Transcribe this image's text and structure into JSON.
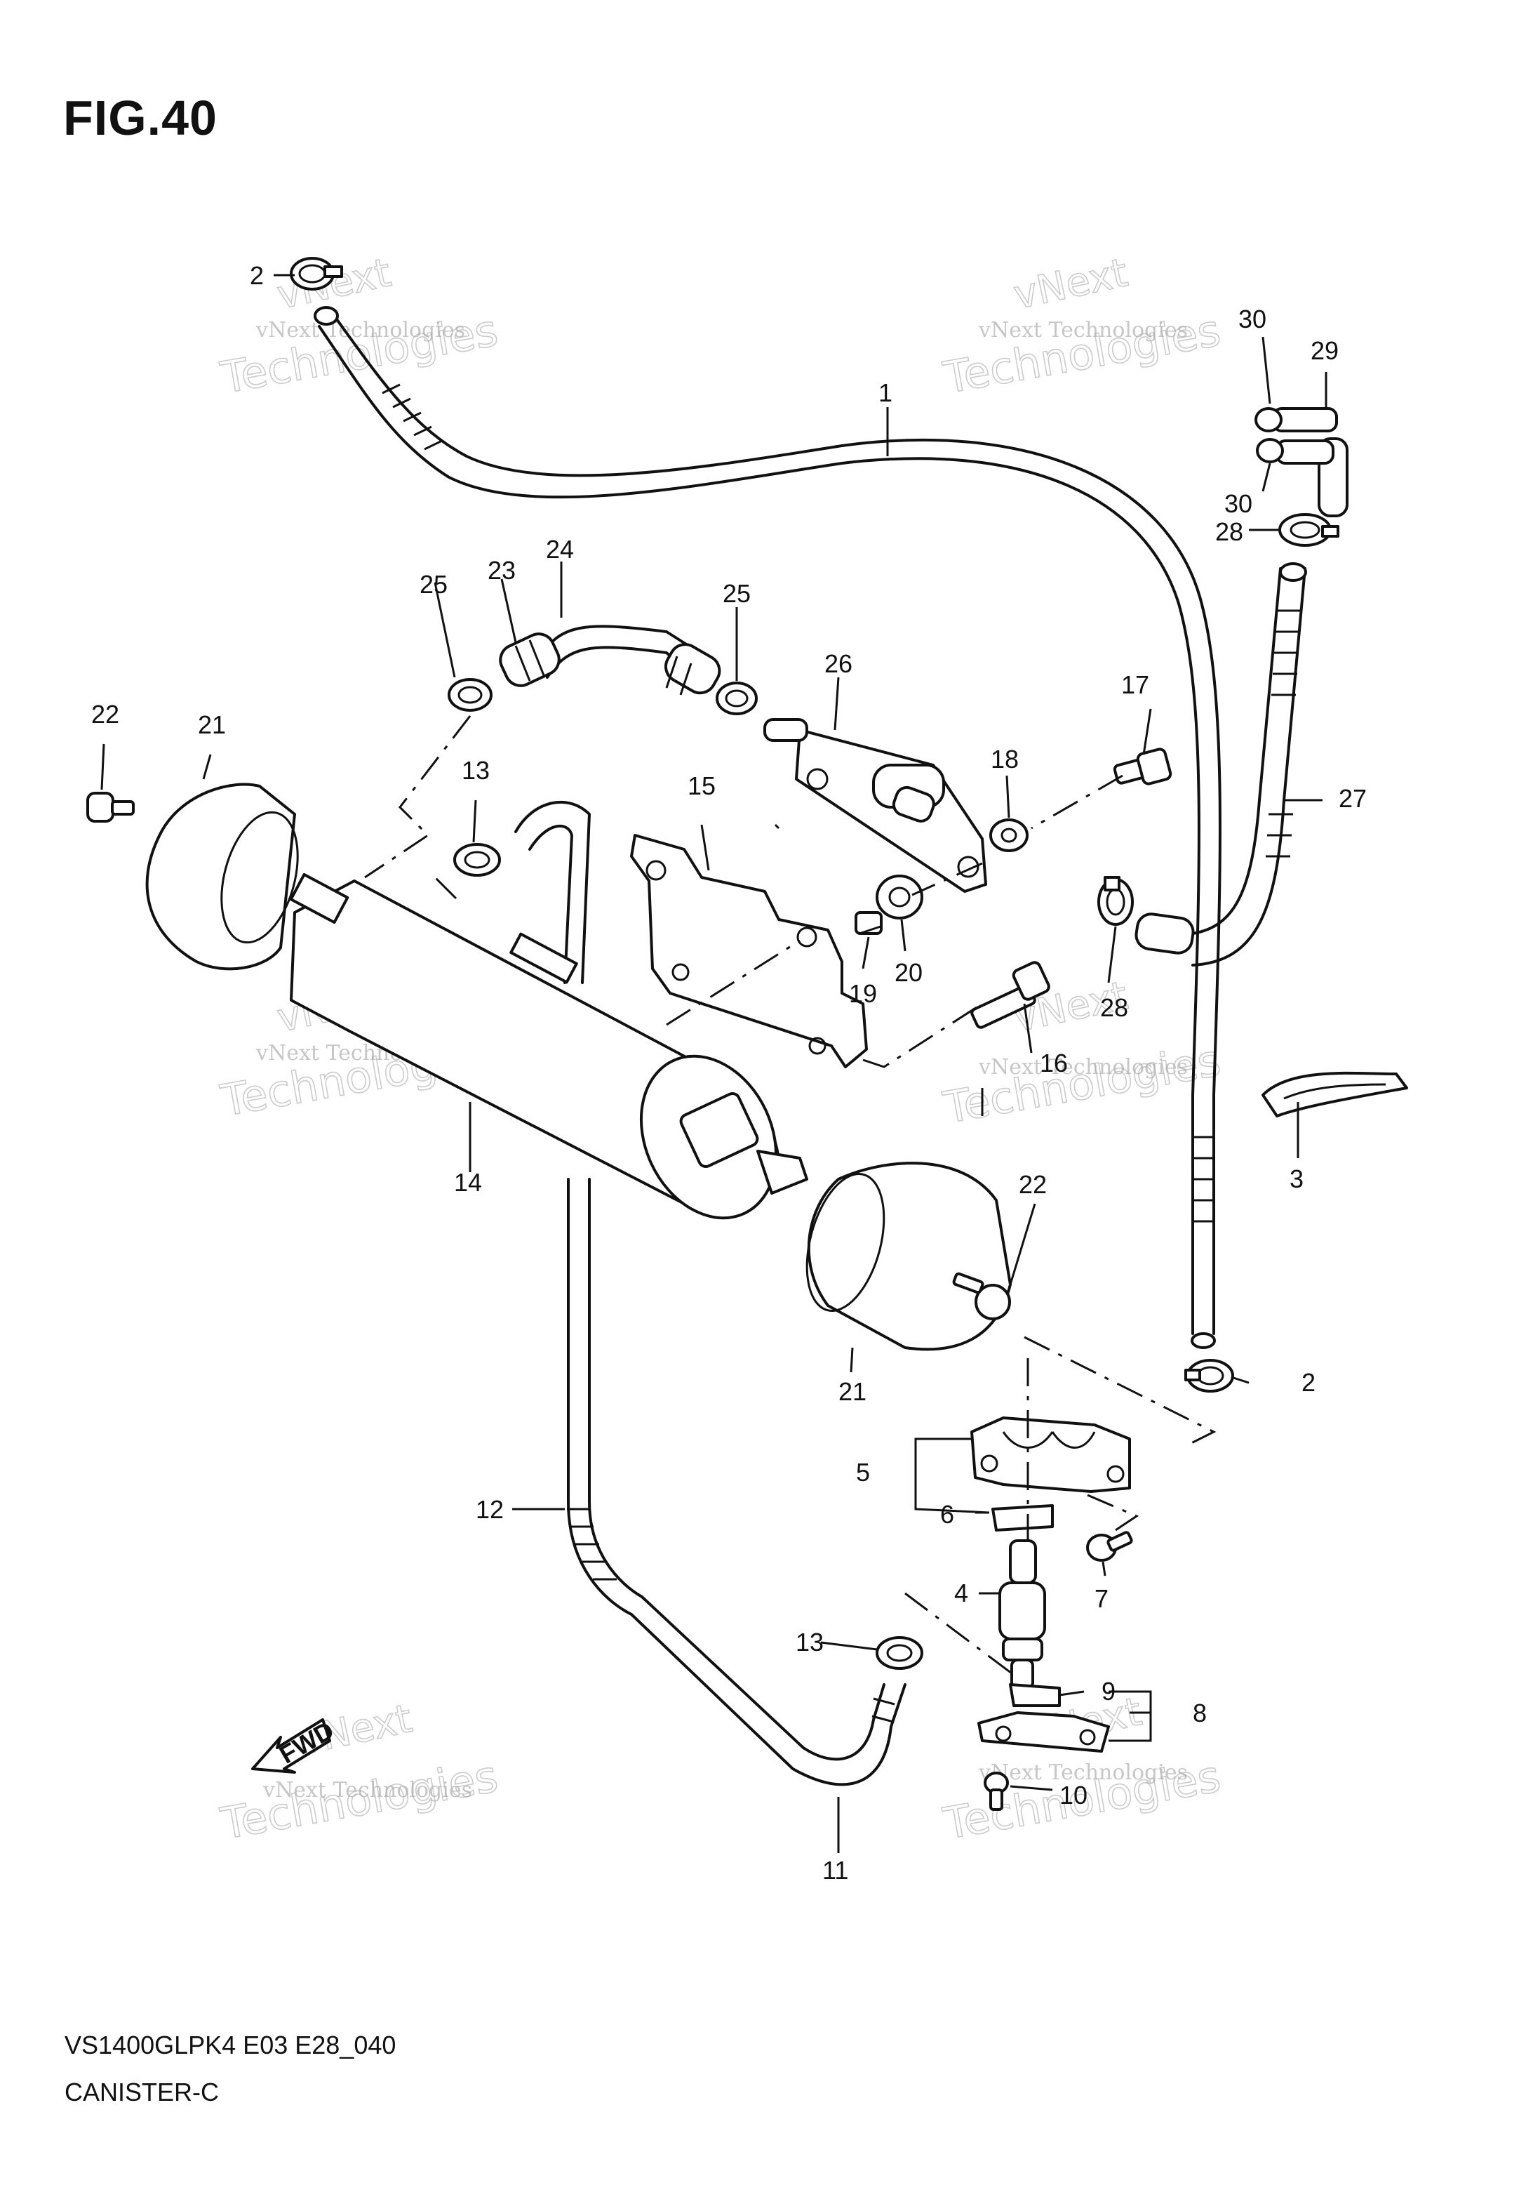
{
  "figure": {
    "title": "FIG.40",
    "model_code": "VS1400GLPK4 E03 E28_040",
    "section_name": "CANISTER-C"
  },
  "watermark": {
    "line1": "vNext Technologies",
    "line2": "vNext",
    "line3": "Technologies"
  },
  "fwd_label": "FWD",
  "callouts": [
    "1",
    "2",
    "3",
    "4",
    "5",
    "6",
    "7",
    "8",
    "9",
    "10",
    "11",
    "12",
    "13",
    "14",
    "15",
    "16",
    "17",
    "18",
    "19",
    "20",
    "21",
    "22",
    "23",
    "24",
    "25",
    "26",
    "27",
    "28",
    "29",
    "30"
  ]
}
